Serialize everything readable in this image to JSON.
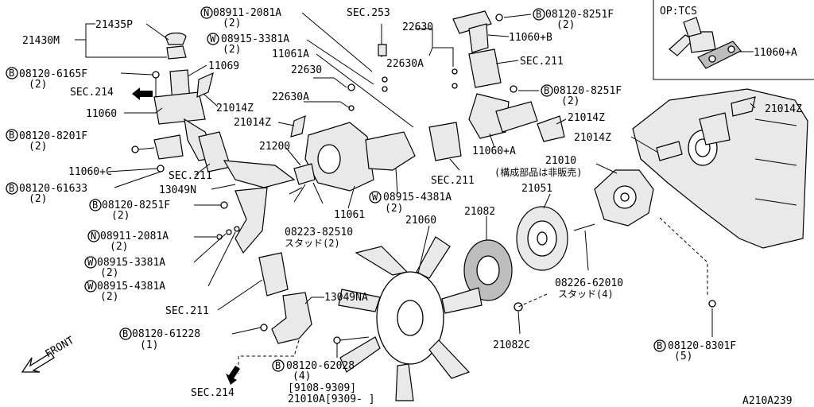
{
  "option_box": {
    "title": "OP:TCS",
    "part": "11060+A"
  },
  "labels": {
    "l_21430M": "21430M",
    "l_21435P": "21435P",
    "l_b6165F": "08120-6165F",
    "l_b6165F_q": "(2)",
    "l_11069": "11069",
    "l_sec214a": "SEC.214",
    "l_11060": "11060",
    "l_21014Za": "21014Z",
    "l_b8201F": "08120-8201F",
    "l_b8201F_q": "(2)",
    "l_11060C": "11060+C",
    "l_sec211a": "SEC.211",
    "l_b61633": "08120-61633",
    "l_b61633_q": "(2)",
    "l_13049N": "13049N",
    "l_b8251Fa": "08120-8251F",
    "l_b8251Fa_q": "(2)",
    "l_n2081Aa": "08911-2081A",
    "l_n2081Aa_q": "(2)",
    "l_w3381Aa": "08915-3381A",
    "l_w3381Aa_q": "(2)",
    "l_w4381Aa": "08915-4381A",
    "l_w4381Aa_q": "(2)",
    "l_sec211b": "SEC.211",
    "l_13049NA": "13049NA",
    "l_b61228": "08120-61228",
    "l_b61228_q": "(1)",
    "l_front": "FRONT",
    "l_sec214b": "SEC.214",
    "l_n2081Ab": "08911-2081A",
    "l_n2081Ab_q": "(2)",
    "l_w3381Ab": "08915-3381A",
    "l_w3381Ab_q": "(2)",
    "l_11061A": "11061A",
    "l_22630a": "22630",
    "l_22630Aa": "22630A",
    "l_21014Zb": "21014Z",
    "l_21200": "21200",
    "l_08223": "08223-82510",
    "l_08223_q": "スタッド(2)",
    "l_11061": "11061",
    "l_w4381Ab": "08915-4381A",
    "l_w4381Ab_q": "(2)",
    "l_sec253": "SEC.253",
    "l_22630b": "22630",
    "l_22630Ab": "22630A",
    "l_b8251Fb": "08120-8251F",
    "l_b8251Fb_q": "(2)",
    "l_11060B": "11060+B",
    "l_sec211c": "SEC.211",
    "l_b8251Fc": "08120-8251F",
    "l_b8251Fc_q": "(2)",
    "l_21014Zc": "21014Z",
    "l_11060A": "11060+A",
    "l_sec211d": "SEC.211",
    "l_21014Zd": "21014Z",
    "l_21014Ze": "21014Z",
    "l_21010": "21010",
    "l_21010_note": "(構成部品は非販売)",
    "l_21051": "21051",
    "l_21060": "21060",
    "l_21082": "21082",
    "l_08226": "08226-62010",
    "l_08226_q": "スタッド(4)",
    "l_21082C": "21082C",
    "l_b8301F": "08120-8301F",
    "l_b8301F_q": "(5)",
    "l_b62028": "08120-62028",
    "l_b62028_q": "(4)",
    "l_range1": "[9108-9309]",
    "l_range2": "21010A[9309-   ]",
    "l_code": "A210A239"
  },
  "markers": {
    "bolt": "B",
    "nut": "N",
    "washer": "W"
  }
}
